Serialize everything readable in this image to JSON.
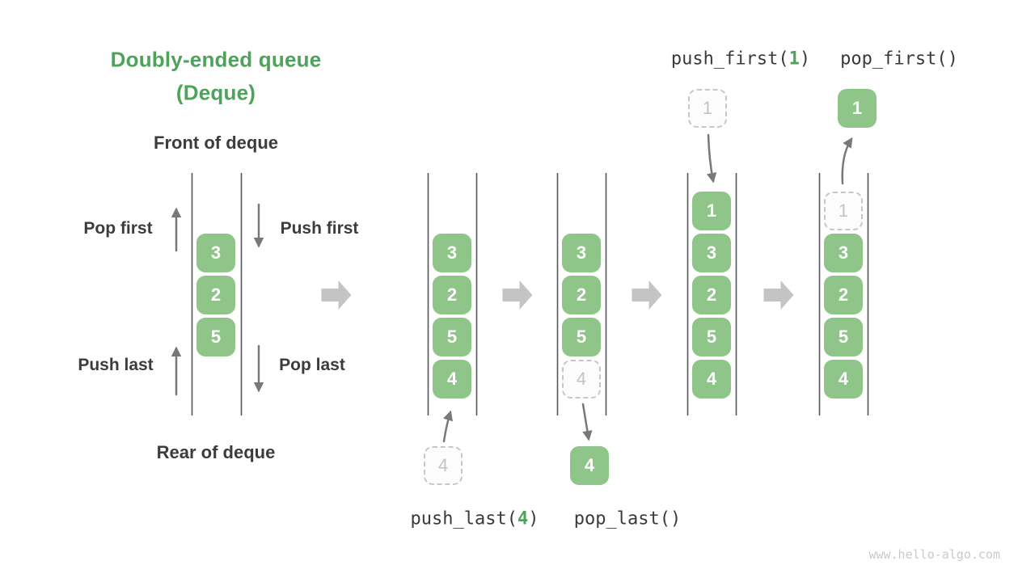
{
  "title": {
    "line1": "Doubly-ended queue",
    "line2": "(Deque)"
  },
  "labels": {
    "front_of_deque": "Front of deque",
    "rear_of_deque": "Rear of deque",
    "pop_first": "Pop first",
    "push_first": "Push first",
    "push_last": "Push last",
    "pop_last": "Pop last"
  },
  "operations": {
    "push_first": {
      "prefix": "push_first(",
      "arg": "1",
      "suffix": ")"
    },
    "pop_first": "pop_first()",
    "push_last": {
      "prefix": "push_last(",
      "arg": "4",
      "suffix": ")"
    },
    "pop_last": "pop_last()"
  },
  "deques": {
    "initial": {
      "items": [
        "3",
        "2",
        "5"
      ]
    },
    "after_push_last": {
      "incoming": "4",
      "items": [
        "3",
        "2",
        "5",
        "4"
      ]
    },
    "after_pop_last": {
      "items": [
        "3",
        "2",
        "5"
      ],
      "ghost": "4",
      "outgoing": "4"
    },
    "after_push_first": {
      "incoming": "1",
      "items": [
        "1",
        "3",
        "2",
        "5",
        "4"
      ]
    },
    "after_pop_first": {
      "ghost": "1",
      "items": [
        "3",
        "2",
        "5",
        "4"
      ],
      "outgoing": "1"
    }
  },
  "watermark": "www.hello-algo.com",
  "colors": {
    "title-green": "#4ea35a",
    "box-green": "#8fc588",
    "wall-gray": "#56575a",
    "arrow-gray": "#77787a",
    "big-arrow-gray": "#c4c4c4",
    "label-dark": "#3c3c3c",
    "code-dark": "#3a3a3a",
    "ghost-border": "#c7c7c7",
    "ghost-text": "#c3c3c3",
    "watermark-gray": "#c9c9c9"
  }
}
